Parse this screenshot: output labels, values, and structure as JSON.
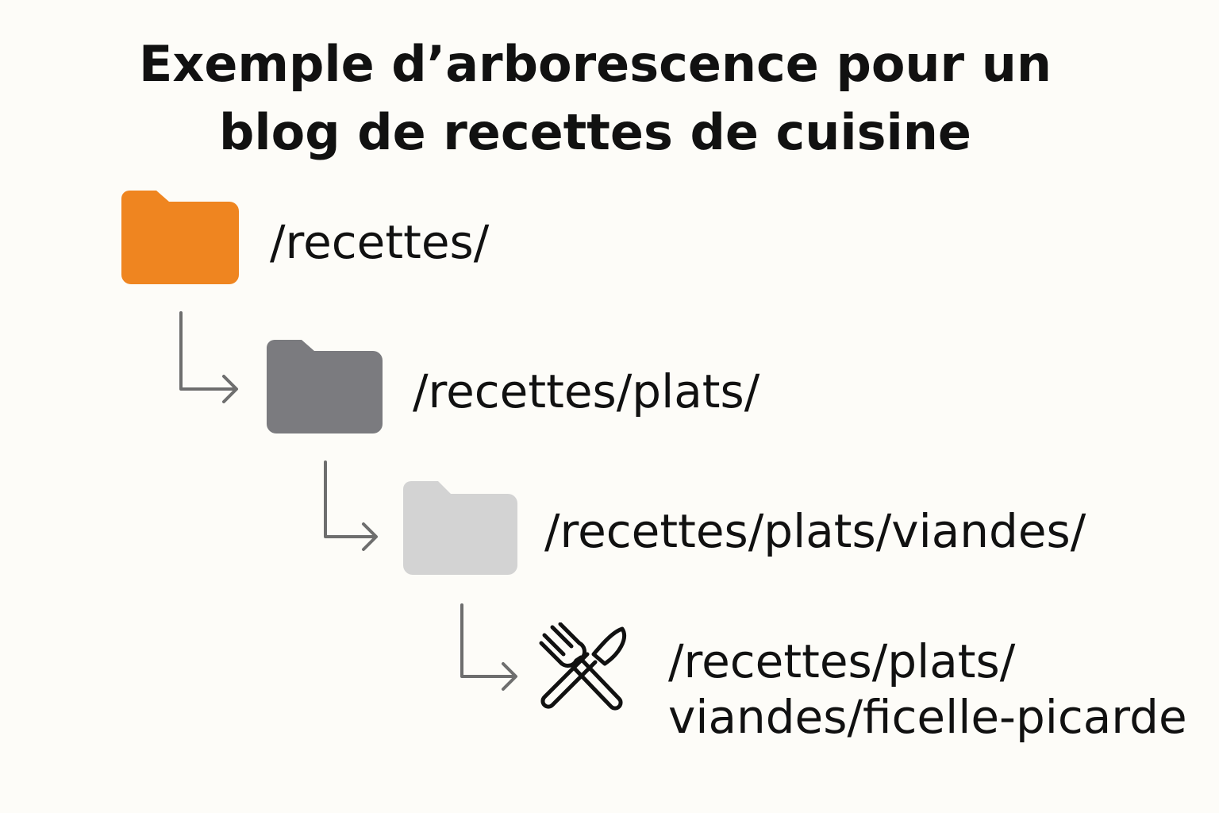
{
  "title": {
    "line1": "Exemple d’arborescence pour un",
    "line2": "blog de recettes de cuisine"
  },
  "tree": [
    {
      "level": 0,
      "icon": "folder-icon",
      "color": "#ef8520",
      "label": "/recettes/"
    },
    {
      "level": 1,
      "icon": "folder-icon",
      "color": "#7b7b7f",
      "label": "/recettes/plats/"
    },
    {
      "level": 2,
      "icon": "folder-icon",
      "color": "#d3d3d3",
      "label": "/recettes/plats/viandes/"
    },
    {
      "level": 3,
      "icon": "fork-knife-icon",
      "color": "#111111",
      "label_line1": "/recettes/plats/",
      "label_line2": "viandes/ficelle-picarde"
    }
  ],
  "connector_color": "#6e6e6e"
}
